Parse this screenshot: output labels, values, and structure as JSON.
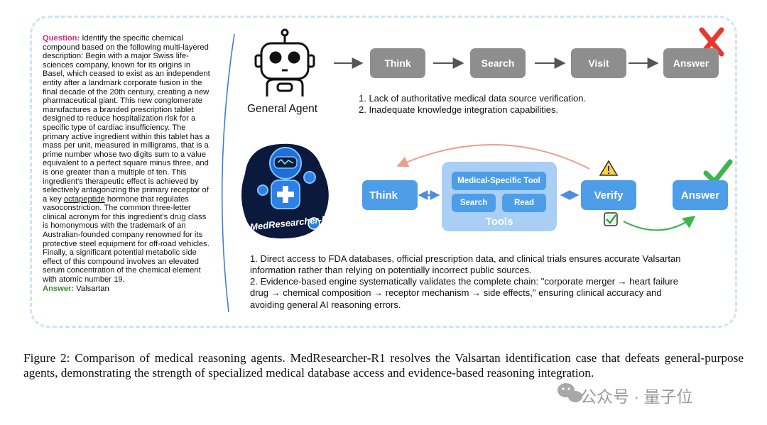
{
  "question": {
    "label": "Question:",
    "text": "Identify the specific chemical compound based on the following multi-layered description: Begin with a major Swiss life-sciences company, known for its origins in Basel, which ceased to exist as an independent entity after a landmark corporate fusion in the final decade of the 20th century, creating a new pharmaceutical giant. This new conglomerate manufactures a branded prescription tablet designed to reduce hospitalization risk for a specific type of cardiac insufficiency. The primary active ingredient within this tablet has a mass per unit, measured in milligrams, that is a prime number whose two digits sum to a value equivalent to a perfect square minus three, and is one greater than a multiple of ten. This ingredient's therapeutic effect is achieved by selectively antagonizing the primary receptor of a key",
    "underlined_word": "octapeptide",
    "text_after": "hormone that regulates vasoconstriction. The common three-letter clinical acronym for this ingredient's drug class is homonymous with the trademark of an Australian-founded company renowned for its protective steel equipment for off-road vehicles. Finally, a significant potential metabolic side effect of this compound involves an elevated serum concentration of the chemical element with atomic number 19.",
    "answer_label": "Answer:",
    "answer": "Valsartan"
  },
  "general_agent": {
    "label": "General Agent",
    "steps": [
      "Think",
      "Search",
      "Visit",
      "Answer"
    ],
    "issues": [
      "1.  Lack of authoritative medical data source verification.",
      "2.  Inadequate knowledge integration capabilities."
    ]
  },
  "medresearcher": {
    "badge_text": "MedResearcher-R1",
    "think": "Think",
    "tools_title": "Medical-Specific Tool",
    "tool_search": "Search",
    "tool_read": "Read",
    "tools_label": "Tools",
    "verify": "Verify",
    "answer": "Answer",
    "notes": [
      "1. Direct access to FDA databases, official prescription data, and clinical trials ensures accurate Valsartan information rather than relying on potentially incorrect public sources.",
      "2. Evidence-based engine systematically validates the complete chain: \"corporate merger → heart failure drug → chemical composition → receptor mechanism → side effects,\" ensuring clinical accuracy and avoiding general AI reasoning errors."
    ]
  },
  "caption": "Figure 2: Comparison of medical reasoning agents. MedResearcher-R1 resolves the Valsartan identification case that defeats general-purpose agents, demonstrating the strength of specialized medical database access and evidence-based reasoning integration.",
  "watermark": "公众号 · 量子位",
  "colors": {
    "question_label": "#cc2a7a",
    "answer_label": "#3c8c2a",
    "gray_box": "#8e8e8e",
    "blue_box": "#4d9de8",
    "tools_panel": "#a9cff4",
    "frame": "#cfe3f6",
    "cross": "#e8382e",
    "check": "#3cb64a"
  }
}
